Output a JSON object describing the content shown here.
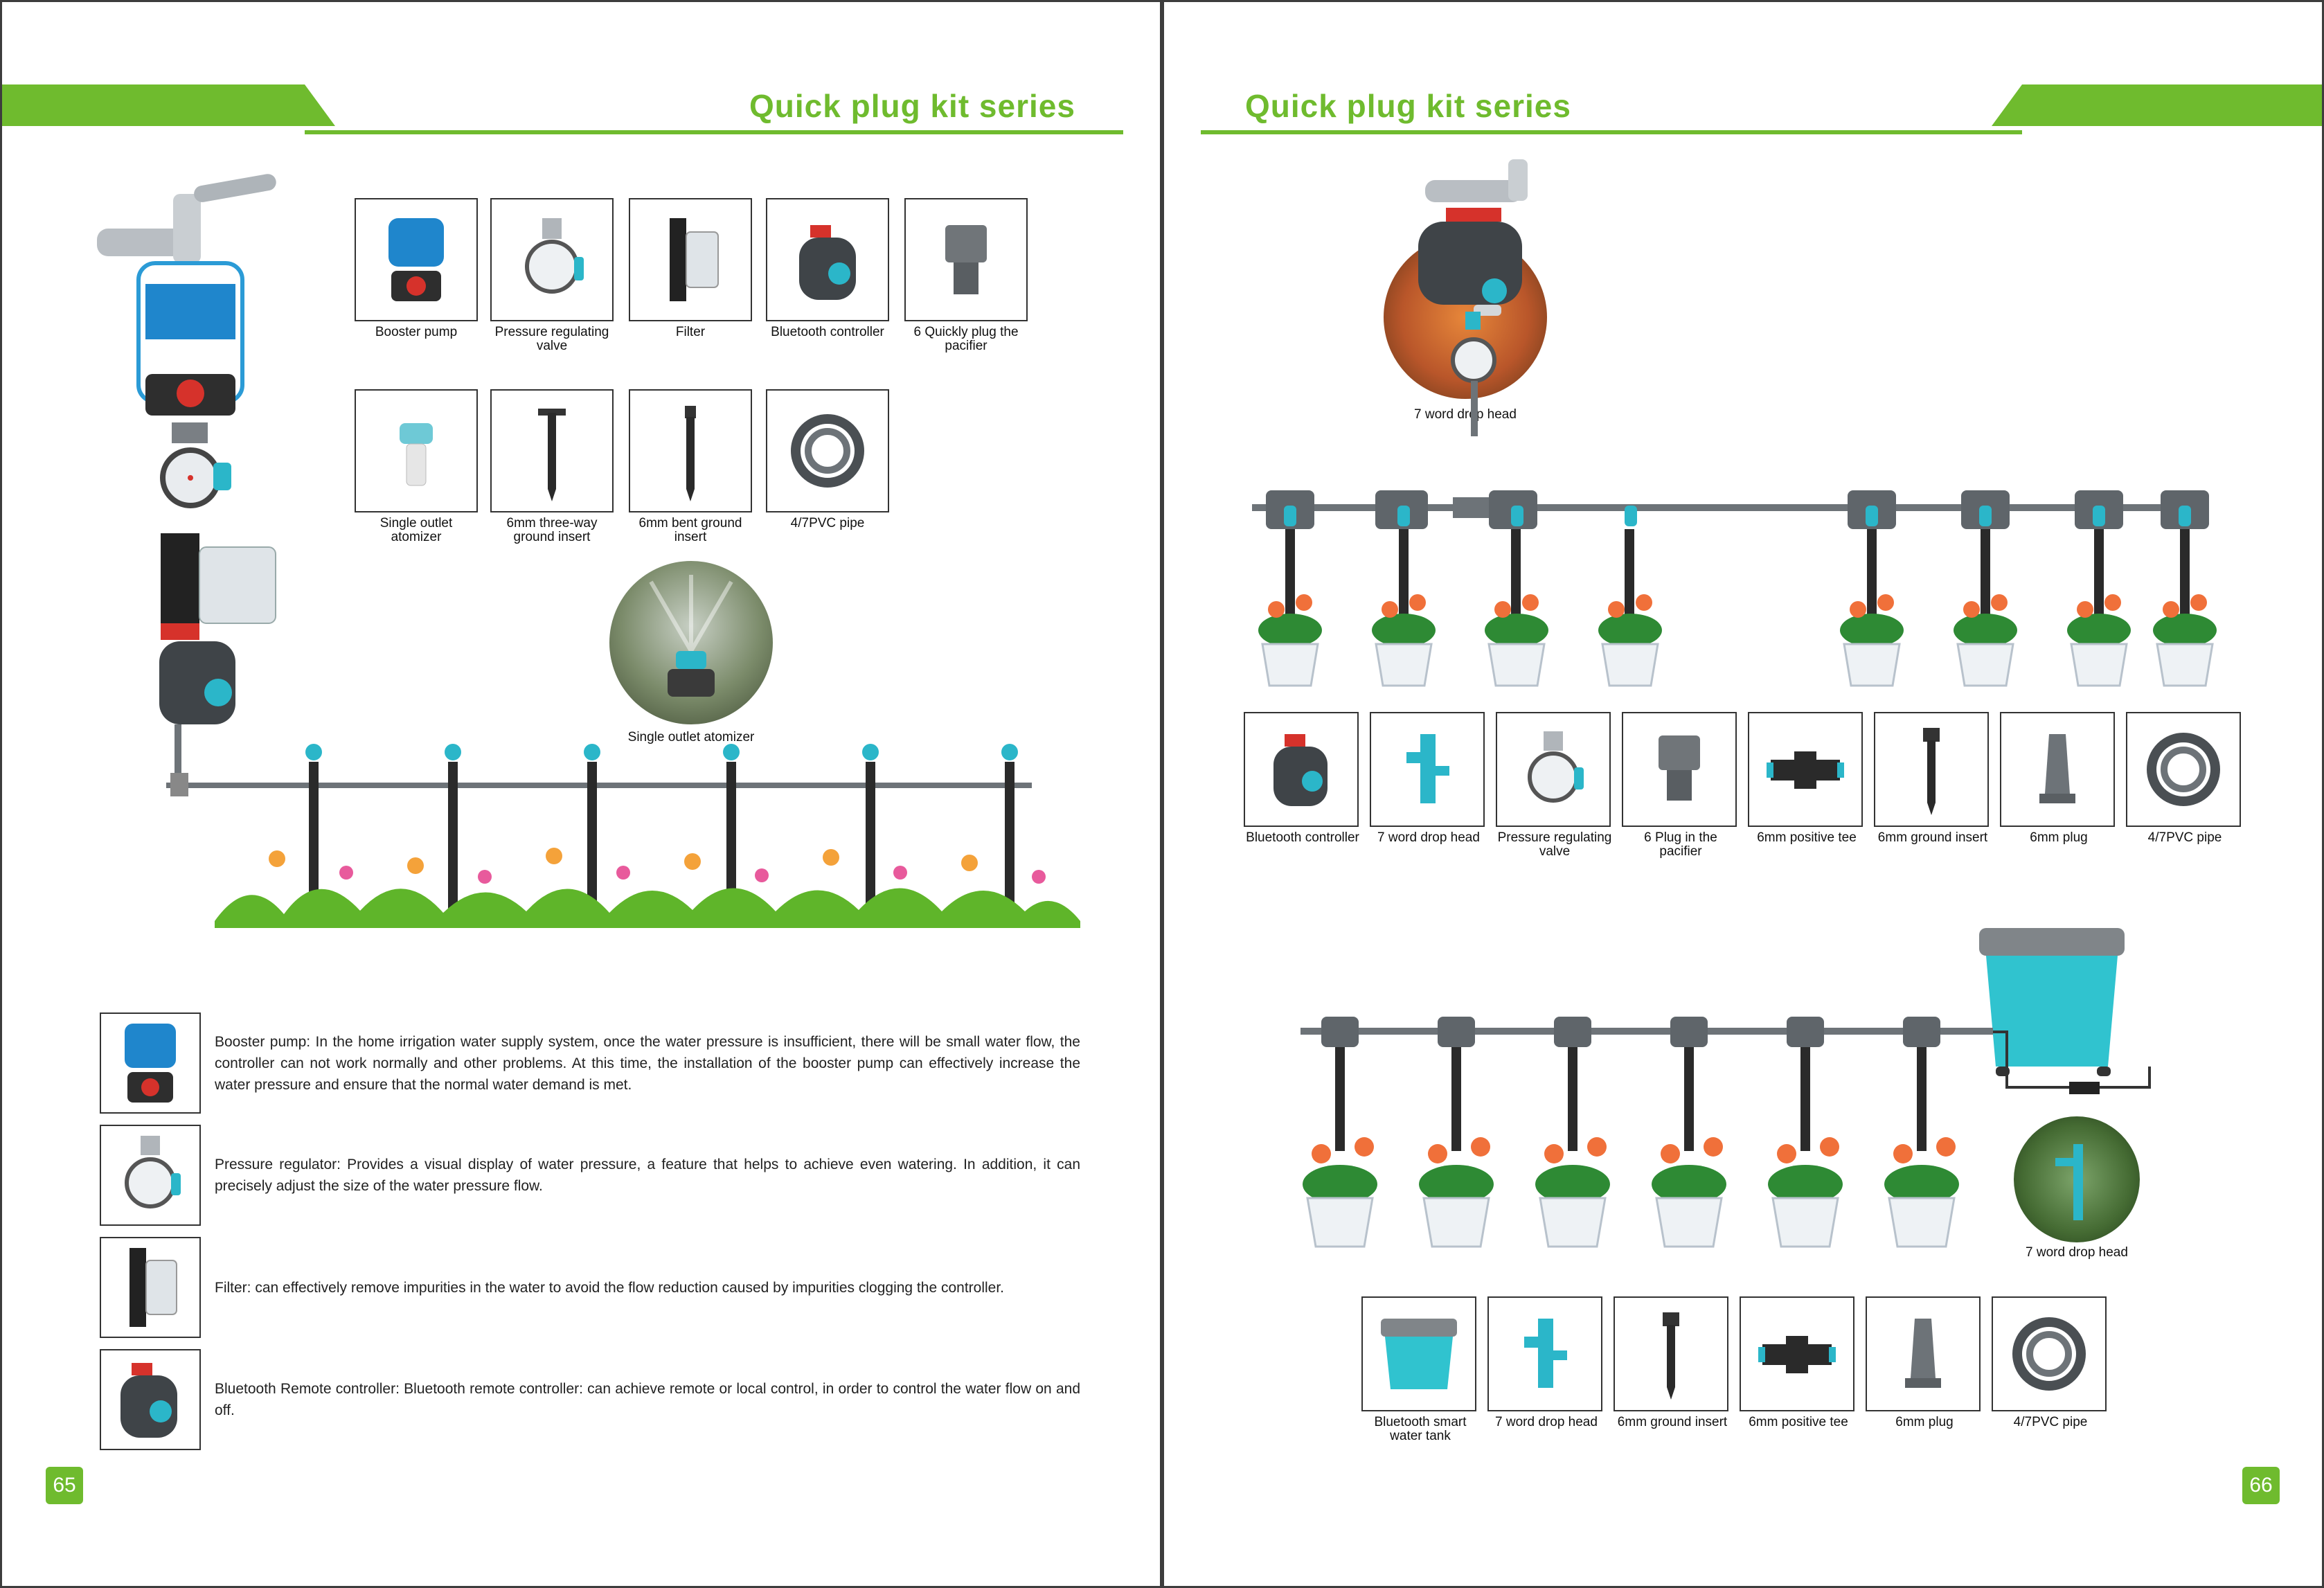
{
  "left_page": {
    "title": "Quick plug kit series",
    "page_number": "65",
    "products_row1": [
      {
        "label": "Booster pump",
        "icon": "booster-pump-icon"
      },
      {
        "label": "Pressure regulating valve",
        "icon": "pressure-gauge-icon"
      },
      {
        "label": "Filter",
        "icon": "filter-icon"
      },
      {
        "label": "Bluetooth controller",
        "icon": "bluetooth-controller-icon"
      },
      {
        "label": "6 Quickly plug the pacifier",
        "icon": "pacifier-plug-icon"
      }
    ],
    "products_row2": [
      {
        "label": "Single outlet atomizer",
        "icon": "atomizer-icon"
      },
      {
        "label": "6mm three-way ground insert",
        "icon": "ground-insert-icon"
      },
      {
        "label": "6mm bent ground insert",
        "icon": "bent-insert-icon"
      },
      {
        "label": "4/7PVC pipe",
        "icon": "pvc-pipe-icon"
      }
    ],
    "atomizer_photo_label": "Single outlet atomizer",
    "descriptions": [
      {
        "text": "Booster pump: In the home irrigation water supply system, once the water pressure is insufficient, there will be small water flow, the controller can not work normally and other problems. At this time, the installation of the booster pump can effectively increase the water pressure and ensure that the normal water demand is met."
      },
      {
        "text": "Pressure regulator: Provides a visual display of water pressure, a feature that helps to achieve even watering. In addition, it can precisely adjust the size of the water pressure flow."
      },
      {
        "text": "Filter: can effectively remove impurities in the water to avoid the flow reduction caused by impurities clogging the controller."
      },
      {
        "text": "Bluetooth Remote controller: Bluetooth remote controller: can achieve remote or local control, in order to control the water flow on and off."
      }
    ]
  },
  "right_page": {
    "title": "Quick plug kit series",
    "page_number": "66",
    "drop_head_photo_label": "7 word drop head",
    "kit1_products": [
      {
        "label": "Bluetooth controller"
      },
      {
        "label": "7 word drop head"
      },
      {
        "label": "Pressure regulating valve"
      },
      {
        "label": "6 Plug in the pacifier"
      },
      {
        "label": "6mm positive tee"
      },
      {
        "label": "6mm ground insert"
      },
      {
        "label": "6mm plug"
      },
      {
        "label": "4/7PVC pipe"
      }
    ],
    "tank_photo_label": "7 word drop head",
    "kit2_products": [
      {
        "label": "Bluetooth smart water tank"
      },
      {
        "label": "7 word drop head"
      },
      {
        "label": "6mm ground insert"
      },
      {
        "label": "6mm positive tee"
      },
      {
        "label": "6mm plug"
      },
      {
        "label": "4/7PVC pipe"
      }
    ]
  },
  "colors": {
    "accent_green": "#6fbb2e",
    "teal": "#2bb6c9",
    "pipe_grey": "#6d7378"
  }
}
